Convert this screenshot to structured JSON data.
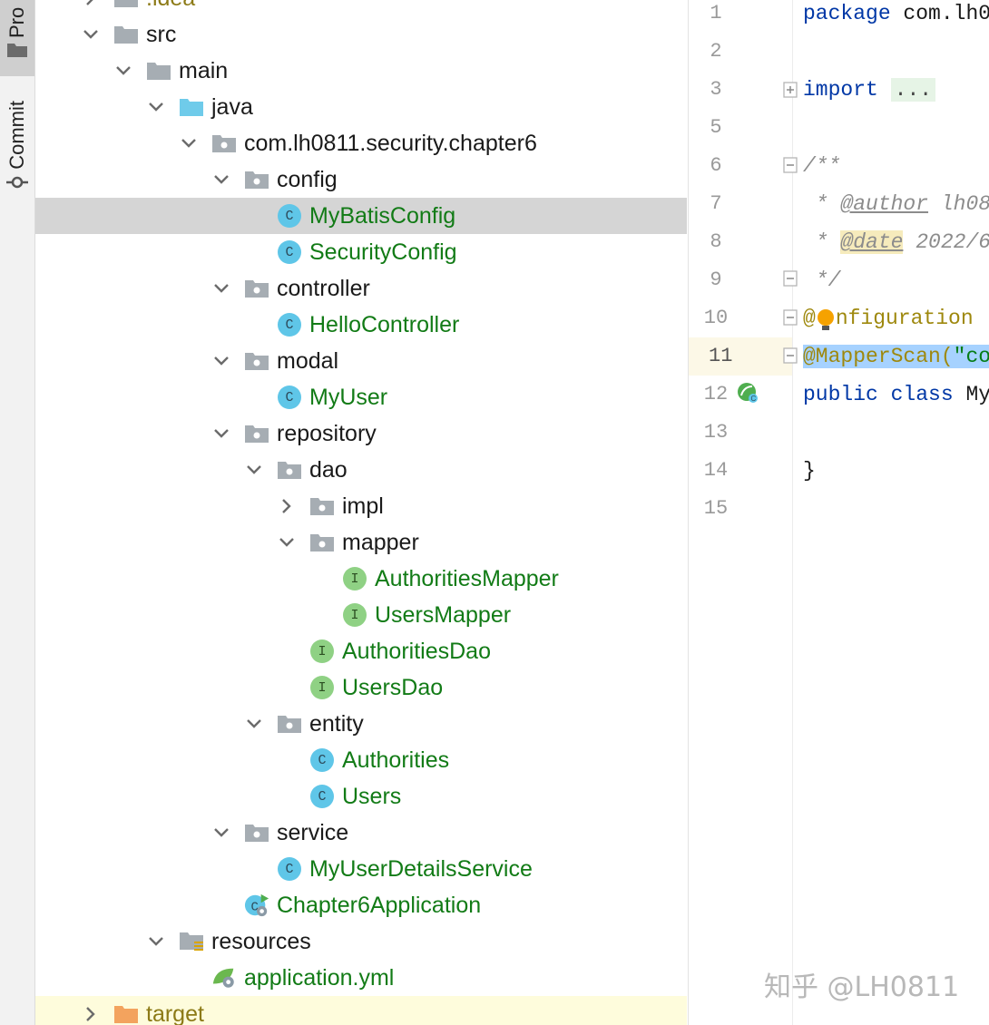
{
  "sidebar": {
    "project_label": "Pro",
    "commit_label": "Commit"
  },
  "tree": {
    "items": [
      {
        "label": ".idea",
        "icon": "folder-icon",
        "chevron": "right",
        "style": "olive"
      },
      {
        "label": "src",
        "icon": "folder-icon",
        "chevron": "down",
        "style": "plain"
      },
      {
        "label": "main",
        "icon": "folder-icon",
        "chevron": "down",
        "style": "plain"
      },
      {
        "label": "java",
        "icon": "source-folder-icon",
        "chevron": "down",
        "style": "plain"
      },
      {
        "label": "com.lh0811.security.chapter6",
        "icon": "package-icon",
        "chevron": "down",
        "style": "plain"
      },
      {
        "label": "config",
        "icon": "package-icon",
        "chevron": "down",
        "style": "plain"
      },
      {
        "label": "MyBatisConfig",
        "icon": "class-icon",
        "chevron": "none",
        "style": "green",
        "selected": true
      },
      {
        "label": "SecurityConfig",
        "icon": "class-icon",
        "chevron": "none",
        "style": "green"
      },
      {
        "label": "controller",
        "icon": "package-icon",
        "chevron": "down",
        "style": "plain"
      },
      {
        "label": "HelloController",
        "icon": "class-icon",
        "chevron": "none",
        "style": "green"
      },
      {
        "label": "modal",
        "icon": "package-icon",
        "chevron": "down",
        "style": "plain"
      },
      {
        "label": "MyUser",
        "icon": "class-icon",
        "chevron": "none",
        "style": "green"
      },
      {
        "label": "repository",
        "icon": "package-icon",
        "chevron": "down",
        "style": "plain"
      },
      {
        "label": "dao",
        "icon": "package-icon",
        "chevron": "down",
        "style": "plain"
      },
      {
        "label": "impl",
        "icon": "package-icon",
        "chevron": "right",
        "style": "plain"
      },
      {
        "label": "mapper",
        "icon": "package-icon",
        "chevron": "down",
        "style": "plain"
      },
      {
        "label": "AuthoritiesMapper",
        "icon": "interface-icon",
        "chevron": "none",
        "style": "green"
      },
      {
        "label": "UsersMapper",
        "icon": "interface-icon",
        "chevron": "none",
        "style": "green"
      },
      {
        "label": "AuthoritiesDao",
        "icon": "interface-icon",
        "chevron": "none",
        "style": "green"
      },
      {
        "label": "UsersDao",
        "icon": "interface-icon",
        "chevron": "none",
        "style": "green"
      },
      {
        "label": "entity",
        "icon": "package-icon",
        "chevron": "down",
        "style": "plain"
      },
      {
        "label": "Authorities",
        "icon": "class-icon",
        "chevron": "none",
        "style": "green"
      },
      {
        "label": "Users",
        "icon": "class-icon",
        "chevron": "none",
        "style": "green"
      },
      {
        "label": "service",
        "icon": "package-icon",
        "chevron": "down",
        "style": "plain"
      },
      {
        "label": "MyUserDetailsService",
        "icon": "class-icon",
        "chevron": "none",
        "style": "green"
      },
      {
        "label": "Chapter6Application",
        "icon": "spring-boot-app-icon",
        "chevron": "none",
        "style": "green"
      },
      {
        "label": "resources",
        "icon": "resources-folder-icon",
        "chevron": "down",
        "style": "plain"
      },
      {
        "label": "application.yml",
        "icon": "spring-yaml-icon",
        "chevron": "none",
        "style": "green"
      },
      {
        "label": "target",
        "icon": "excluded-folder-icon",
        "chevron": "right",
        "style": "olive"
      }
    ]
  },
  "editor": {
    "line_numbers": [
      "1",
      "2",
      "3",
      "5",
      "6",
      "7",
      "8",
      "9",
      "10",
      "11",
      "12",
      "13",
      "14",
      "15"
    ],
    "code": {
      "l1_kw": "package",
      "l1_rest": " com.lh0",
      "l3_kw": "import",
      "l3_fold": "...",
      "l6": "/**",
      "l7_star": " * ",
      "l7_tag": "@author",
      "l7_rest": " lh08",
      "l8_star": " * ",
      "l8_tag": "@date",
      "l8_rest": " 2022/6",
      "l9": " */",
      "l10_a": "@",
      "l10_b": "nfiguration",
      "l11_ann": "@MapperScan(",
      "l11_str": "\"co",
      "l12_kw": "public class",
      "l12_rest": " My",
      "l14": "}"
    }
  },
  "watermark": "知乎 @LH0811"
}
